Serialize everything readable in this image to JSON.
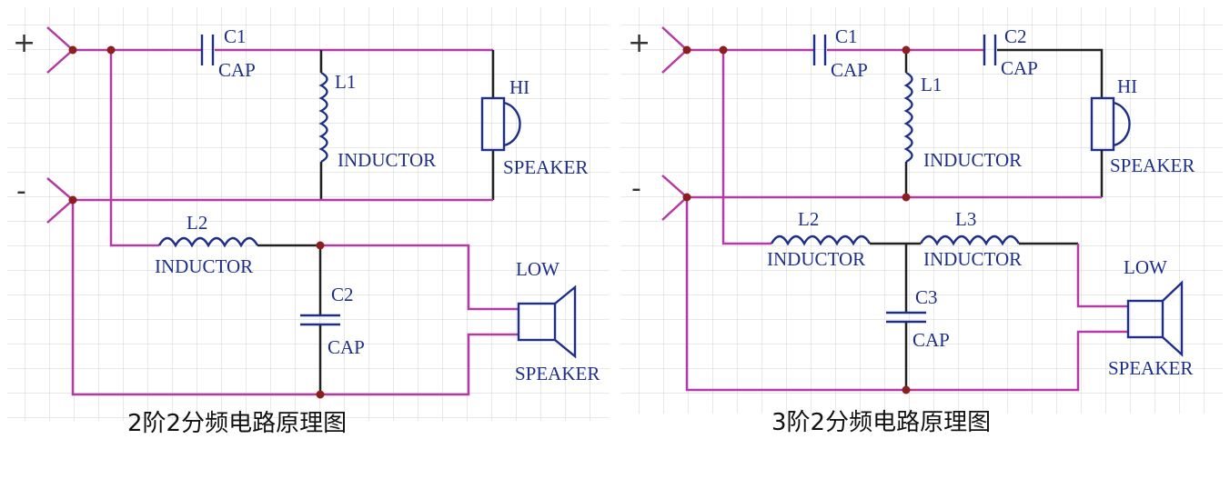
{
  "left": {
    "caption": "2阶2分频电路原理图",
    "plus": "+",
    "minus": "-",
    "c1": {
      "ref": "C1",
      "name": "CAP"
    },
    "l1": {
      "ref": "L1",
      "name": "INDUCTOR"
    },
    "hi": {
      "ref": "HI",
      "name": "SPEAKER"
    },
    "l2": {
      "ref": "L2",
      "name": "INDUCTOR"
    },
    "c2": {
      "ref": "C2",
      "name": "CAP"
    },
    "low": {
      "ref": "LOW",
      "name": "SPEAKER"
    }
  },
  "right": {
    "caption": "3阶2分频电路原理图",
    "plus": "+",
    "minus": "-",
    "c1": {
      "ref": "C1",
      "name": "CAP"
    },
    "c2": {
      "ref": "C2",
      "name": "CAP"
    },
    "l1": {
      "ref": "L1",
      "name": "INDUCTOR"
    },
    "hi": {
      "ref": "HI",
      "name": "SPEAKER"
    },
    "l2": {
      "ref": "L2",
      "name": "INDUCTOR"
    },
    "l3": {
      "ref": "L3",
      "name": "INDUCTOR"
    },
    "c3": {
      "ref": "C3",
      "name": "CAP"
    },
    "low": {
      "ref": "LOW",
      "name": "SPEAKER"
    }
  },
  "colors": {
    "wire": "#b43aa6",
    "component": "#1e2f8a",
    "node": "#8b1f1f",
    "grid": "#d0d0d0"
  }
}
